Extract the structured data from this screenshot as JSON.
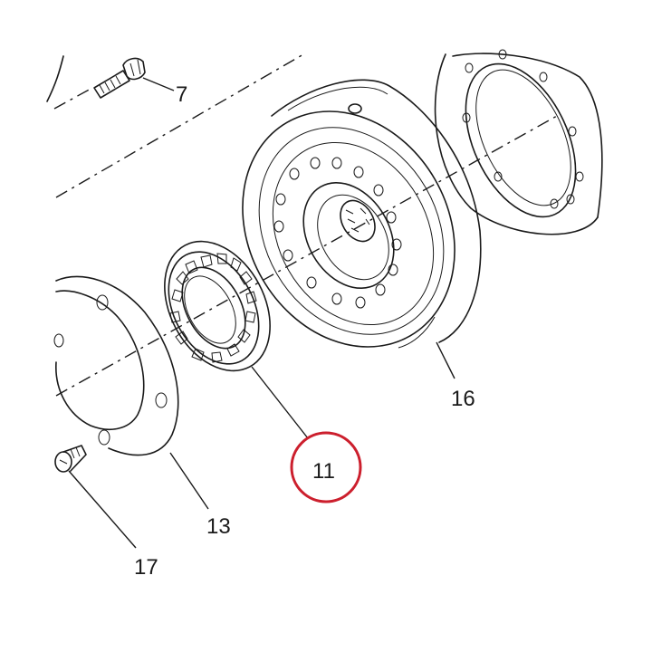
{
  "diagram": {
    "callouts": [
      {
        "id": "7",
        "label": "7"
      },
      {
        "id": "16",
        "label": "16"
      },
      {
        "id": "11",
        "label": "11"
      },
      {
        "id": "13",
        "label": "13"
      },
      {
        "id": "17",
        "label": "17"
      }
    ],
    "highlighted_callout": "11",
    "highlight_color": "#cc1f2d",
    "line_color": "#1a1a1a",
    "background": "#ffffff"
  }
}
